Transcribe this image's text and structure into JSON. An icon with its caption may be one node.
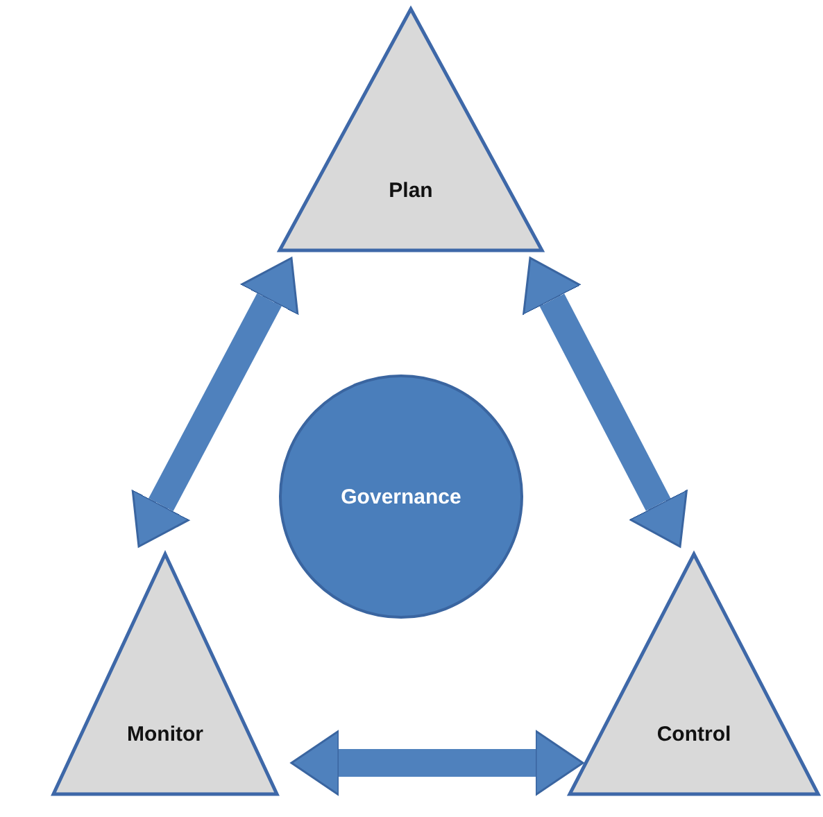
{
  "diagram": {
    "nodes": [
      {
        "text": [
          "Plan"
        ]
      },
      {
        "text": [
          "Governance"
        ]
      },
      {
        "text": [
          "Monitor"
        ]
      },
      {
        "text": [
          "Control"
        ]
      }
    ],
    "edges": [
      {
        "from": 0,
        "to": 2,
        "arrow": "both"
      },
      {
        "from": 0,
        "to": 3,
        "arrow": "both"
      },
      {
        "from": 2,
        "to": 3,
        "arrow": "both"
      }
    ]
  }
}
